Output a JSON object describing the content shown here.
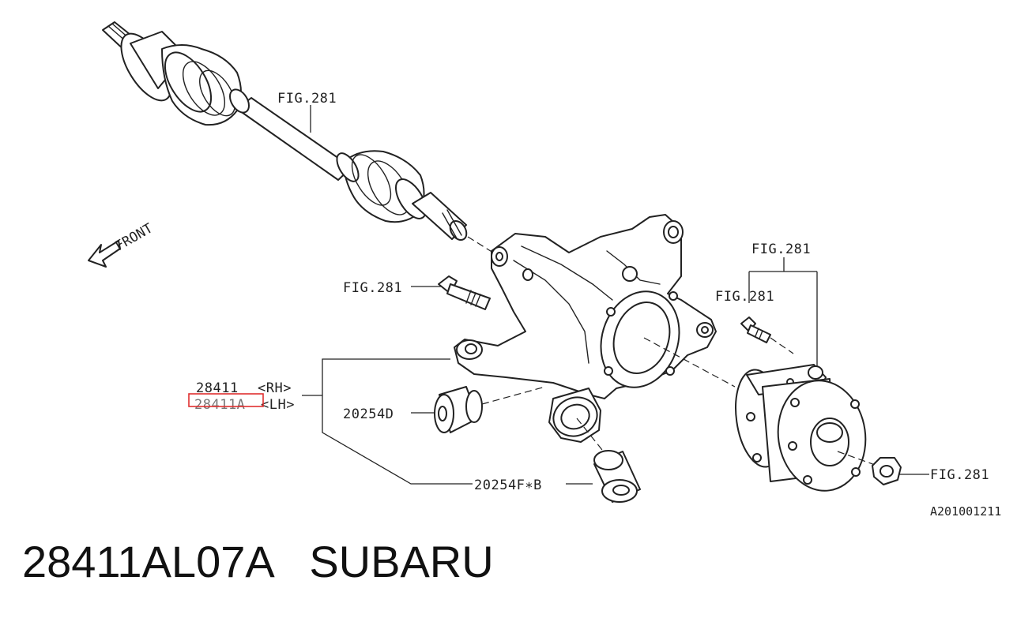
{
  "diagram": {
    "labels": {
      "fig_shaft": "FIG.281",
      "fig_bolt_left": "FIG.281",
      "fig_group": "FIG.281",
      "fig_bolt_right": "FIG.281",
      "fig_nut": "FIG.281",
      "front": "FRONT",
      "part_rh": "28411",
      "rh": "<RH>",
      "part_lh": "28411A",
      "lh": "<LH>",
      "bushing_d": "20254D",
      "bushing_f": "20254F∗B",
      "ref_code": "A201001211"
    },
    "highlight_color": "#e03030"
  },
  "caption": {
    "part_number": "28411AL07A",
    "brand": "SUBARU"
  }
}
